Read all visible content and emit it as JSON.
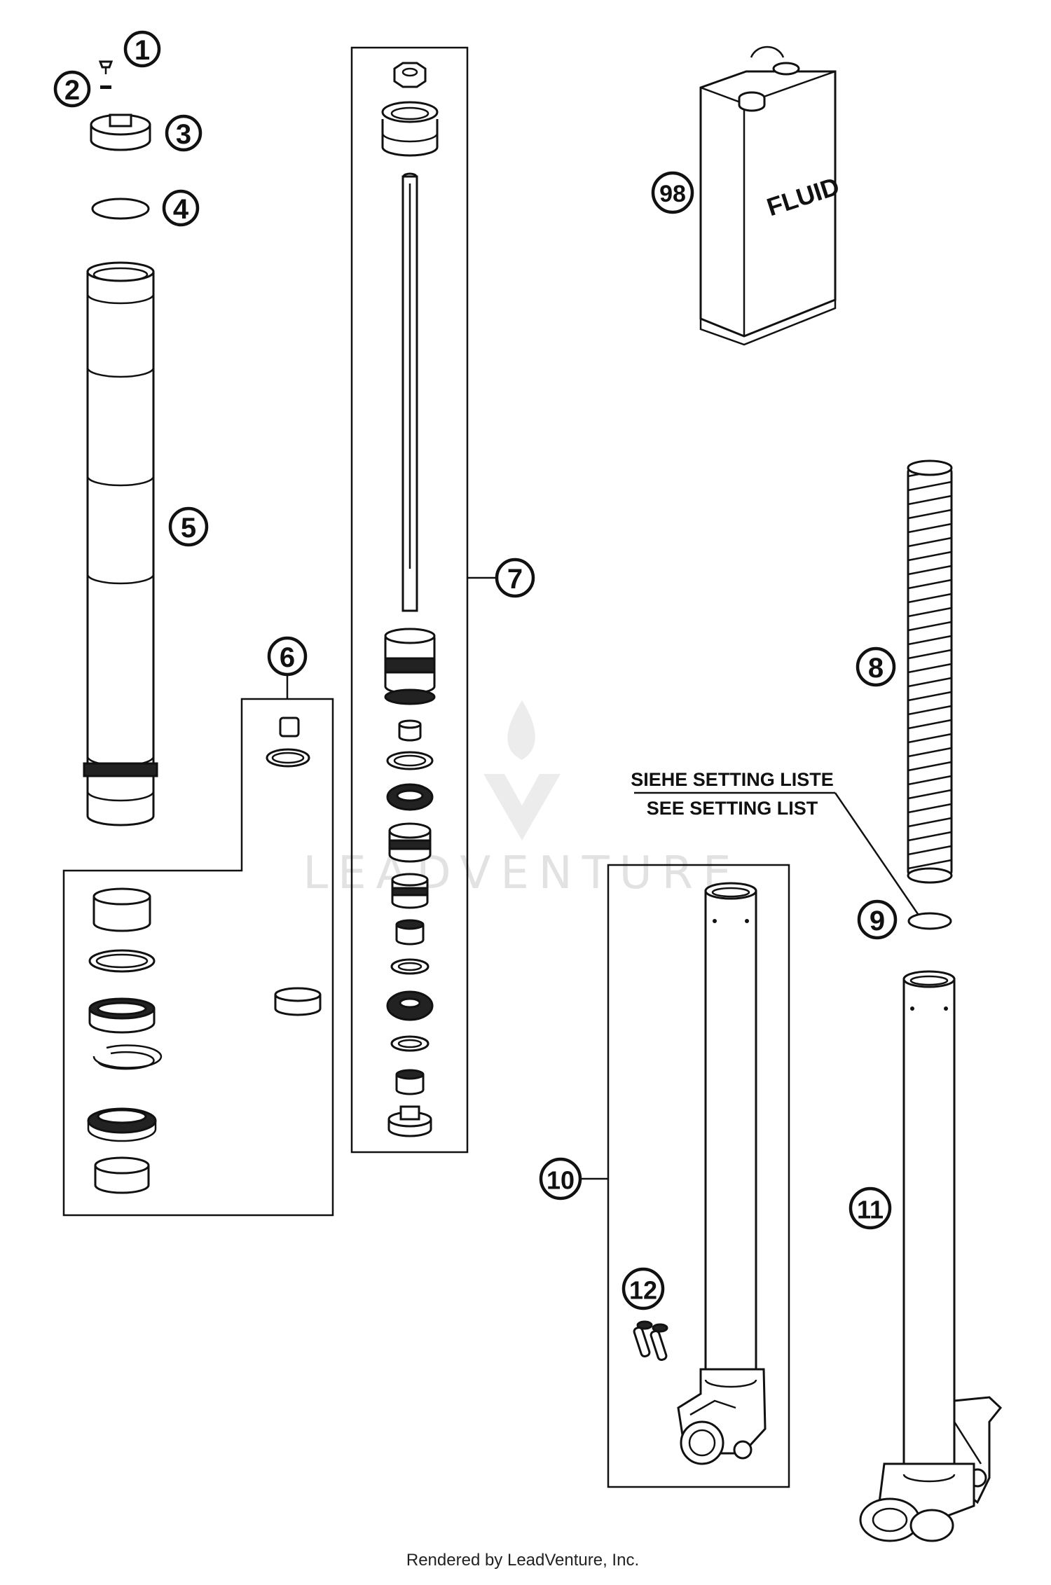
{
  "callouts": {
    "c1": "1",
    "c2": "2",
    "c3": "3",
    "c4": "4",
    "c5": "5",
    "c6": "6",
    "c7": "7",
    "c8": "8",
    "c9": "9",
    "c10": "10",
    "c11": "11",
    "c12": "12",
    "c98": "98"
  },
  "can_label": "FLUID",
  "setting_note": {
    "line1": "SIEHE SETTING LISTE",
    "line2": "SEE SETTING LIST"
  },
  "watermark": "LEADVENTURE",
  "footer": "Rendered by LeadVenture, Inc."
}
